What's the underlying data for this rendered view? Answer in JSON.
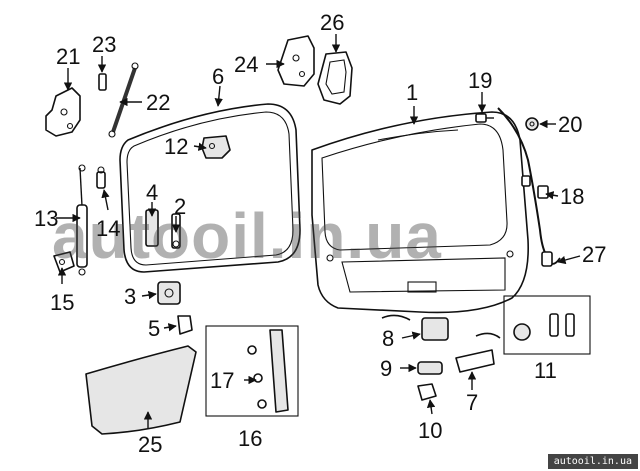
{
  "diagram": {
    "callouts": {
      "c1": "1",
      "c2": "2",
      "c3": "3",
      "c4": "4",
      "c5": "5",
      "c6": "6",
      "c7": "7",
      "c8": "8",
      "c9": "9",
      "c10": "10",
      "c11": "11",
      "c12": "12",
      "c13": "13",
      "c14": "14",
      "c15": "15",
      "c16": "16",
      "c17": "17",
      "c18": "18",
      "c19": "19",
      "c20": "20",
      "c21": "21",
      "c22": "22",
      "c23": "23",
      "c24": "24",
      "c25": "25",
      "c26": "26",
      "c27": "27"
    },
    "watermark": "autooil.in.ua",
    "footer_badge": "autooil.in.ua"
  }
}
